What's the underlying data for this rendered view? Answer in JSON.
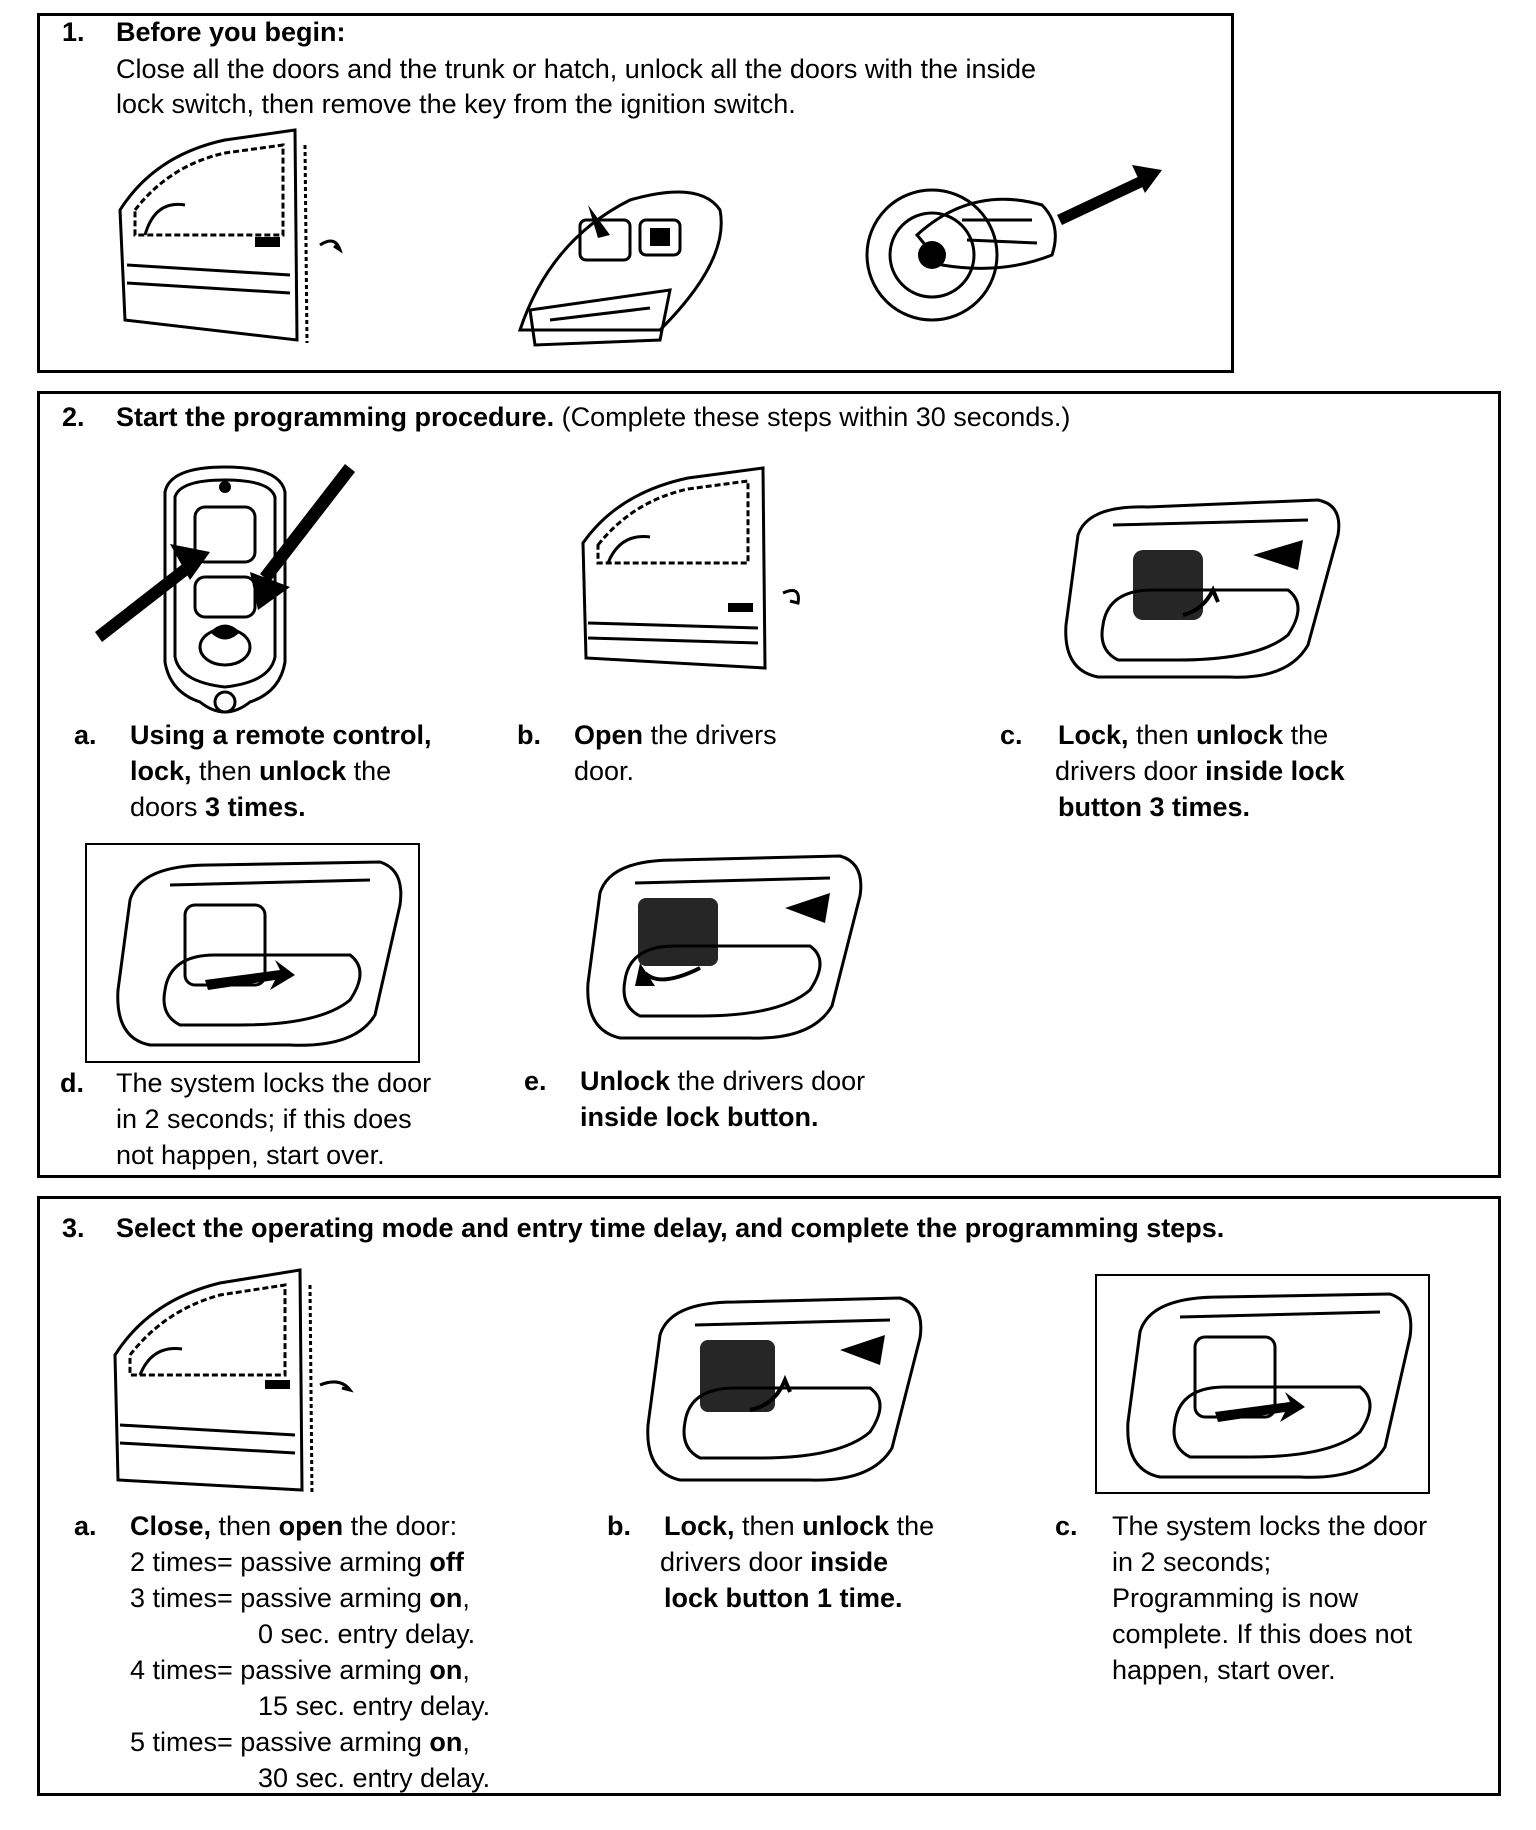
{
  "s1": {
    "num": "1.",
    "title": "Before you begin:",
    "line1": "Close all the doors and the trunk or hatch, unlock all the doors with the inside",
    "line2": "lock switch, then remove the key from the ignition switch."
  },
  "s2": {
    "num": "2.",
    "title": "Start the programming procedure.",
    "note": " (Complete these steps within 30 seconds.)",
    "a": {
      "letter": "a.",
      "l1": "Using a remote control,",
      "l2b": "lock,",
      "l2a": " then ",
      "l2c": "unlock",
      "l2d": " the",
      "l3a": "doors ",
      "l3b": "3 times."
    },
    "b": {
      "letter": "b.",
      "l1b": "Open",
      "l1a": " the drivers",
      "l2": "door."
    },
    "c": {
      "letter": "c.",
      "l1b": "Lock,",
      "l1a": " then ",
      "l1c": "unlock",
      "l1d": " the",
      "l2a": "drivers door ",
      "l2b": "inside lock",
      "l3": "button 3 times."
    },
    "d": {
      "letter": "d.",
      "l1": "The system locks the door",
      "l2": "in 2 seconds; if this does",
      "l3": "not happen, start over."
    },
    "e": {
      "letter": "e.",
      "l1b": "Unlock",
      "l1a": " the drivers door",
      "l2": "inside lock button."
    }
  },
  "s3": {
    "num": "3.",
    "title": "Select the operating mode and entry time delay, and complete the programming steps.",
    "a": {
      "letter": "a.",
      "l1b": "Close,",
      "l1a": " then ",
      "l1c": "open",
      "l1d": " the door:",
      "r1a": "2 times= passive arming ",
      "r1b": "off",
      "r2a": "3 times= passive arming ",
      "r2b": "on",
      "r2c": ",",
      "r2d": "0 sec. entry delay.",
      "r3a": "4 times= passive arming ",
      "r3b": "on",
      "r3c": ",",
      "r3d": "15 sec. entry delay.",
      "r4a": "5 times= passive arming ",
      "r4b": "on",
      "r4c": ",",
      "r4d": "30 sec. entry delay."
    },
    "b": {
      "letter": "b.",
      "l1b": "Lock,",
      "l1a": " then ",
      "l1c": "unlock",
      "l1d": " the",
      "l2a": "drivers door ",
      "l2b": "inside",
      "l3": "lock button 1 time."
    },
    "c": {
      "letter": "c.",
      "l1": "The system locks the door",
      "l2": "in 2 seconds;",
      "l3": "Programming is now",
      "l4": "complete. If this does not",
      "l5": "happen, start over."
    }
  }
}
